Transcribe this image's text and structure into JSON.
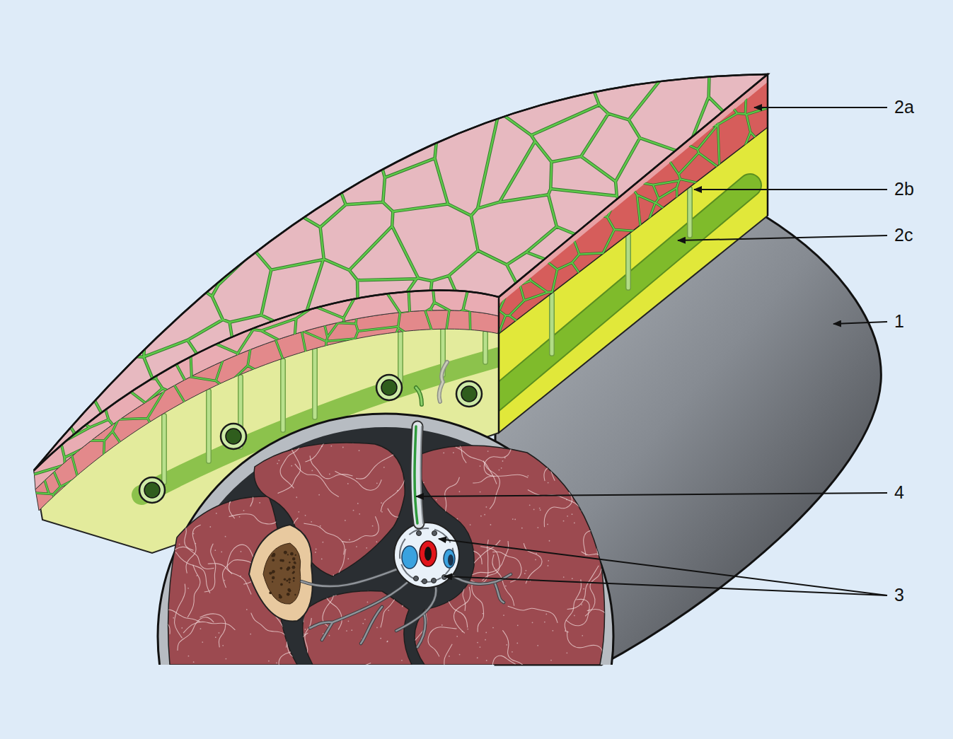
{
  "diagram": {
    "labels": [
      "2a",
      "2b",
      "2c",
      "1",
      "4",
      "3"
    ]
  }
}
